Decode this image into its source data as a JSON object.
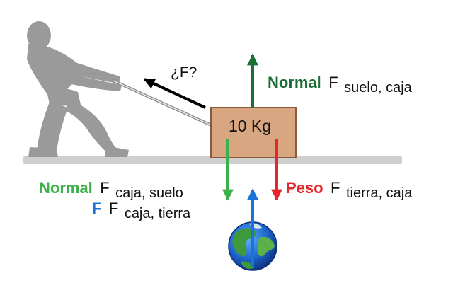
{
  "box": {
    "label": "10 Kg"
  },
  "pull_force": {
    "label": "¿F?"
  },
  "normal_floor_on_box": {
    "prefix": "Normal",
    "symbol": "F",
    "subscript": "suelo, caja"
  },
  "normal_box_on_floor": {
    "prefix": "Normal",
    "symbol": "F",
    "subscript": "caja, suelo"
  },
  "weight": {
    "prefix": "Peso",
    "symbol": "F",
    "subscript": "tierra, caja"
  },
  "box_on_earth": {
    "prefix": "F",
    "symbol": "F",
    "subscript": "caja, tierra"
  },
  "colors": {
    "dark_green": "#1b6e36",
    "light_green": "#3cb04a",
    "red": "#e5262b",
    "blue": "#1a73d9",
    "box_fill": "#d8a680",
    "box_stroke": "#8a5a3a",
    "floor": "#cfcfcf",
    "silhouette": "#9a9a9a"
  },
  "icons": [
    "person-pulling-silhouette",
    "rope",
    "earth-globe"
  ]
}
